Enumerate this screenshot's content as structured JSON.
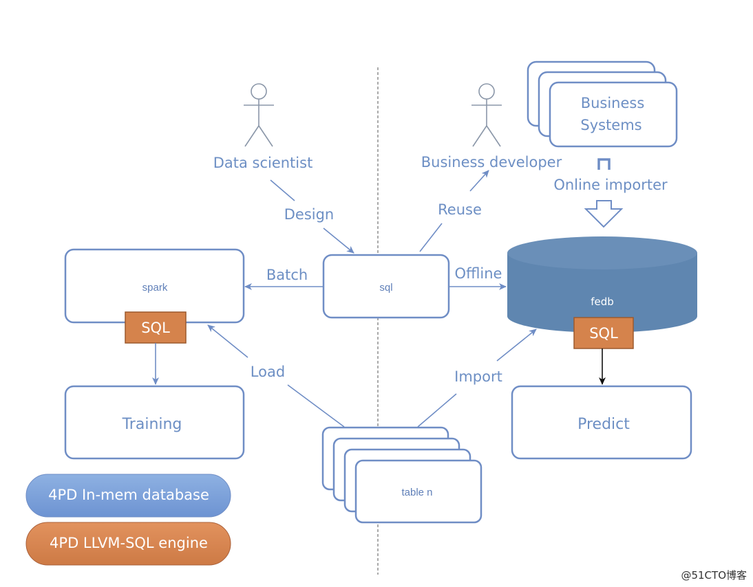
{
  "actors": {
    "data_scientist": "Data scientist",
    "business_developer": "Business developer"
  },
  "nodes": {
    "business_systems_line1": "Business",
    "business_systems_line2": "Systems",
    "spark": "spark",
    "sql": "sql",
    "fedb": "fedb",
    "training": "Training",
    "predict": "Predict",
    "table_n": "table n",
    "sql_tag": "SQL"
  },
  "edges": {
    "design": "Design",
    "reuse": "Reuse",
    "batch": "Batch",
    "offline": "Offline",
    "load": "Load",
    "import": "Import",
    "online_importer": "Online importer"
  },
  "legend": {
    "inmem": "4PD In-mem database",
    "llvm": "4PD LLVM-SQL engine"
  },
  "watermark": "@51CTO博客",
  "colors": {
    "blue": "#6f8dc5",
    "db_fill": "#5f86b0",
    "orange": "#d5834c"
  }
}
